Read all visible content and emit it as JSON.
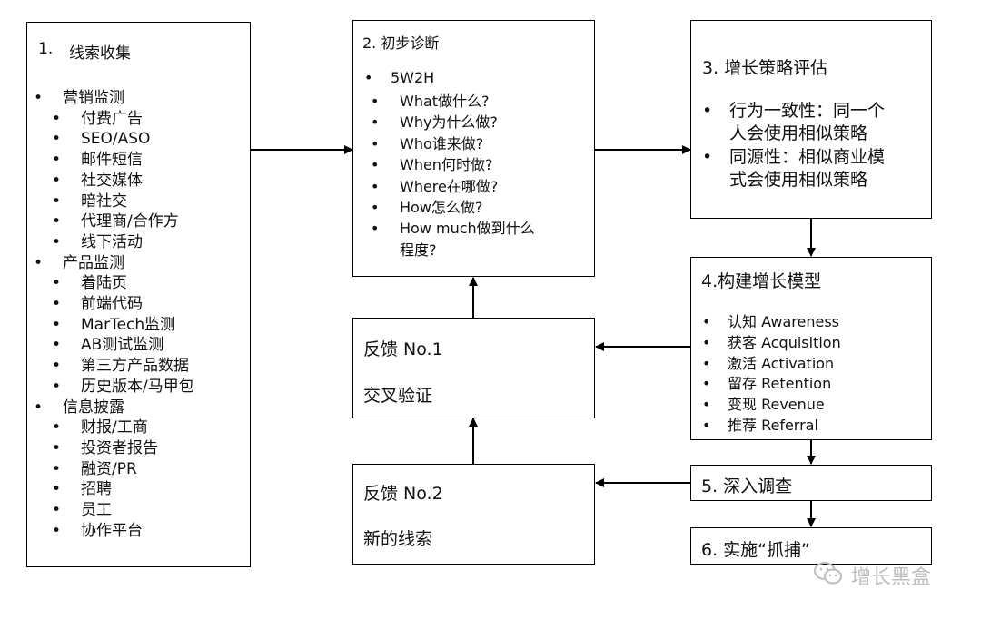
{
  "box1": {
    "title_num": "1.",
    "title": "线索收集",
    "groups": [
      {
        "label": "营销监测",
        "items": [
          "付费广告",
          "SEO/ASO",
          "邮件短信",
          "社交媒体",
          "暗社交",
          "代理商/合作方",
          "线下活动"
        ]
      },
      {
        "label": "产品监测",
        "items": [
          "着陆页",
          "前端代码",
          "MarTech监测",
          "AB测试监测",
          "第三方产品数据",
          "历史版本/马甲包"
        ]
      },
      {
        "label": "信息披露",
        "items": [
          "财报/工商",
          "投资者报告",
          "融资/PR",
          "招聘",
          "员工",
          "协作平台"
        ]
      }
    ]
  },
  "box2": {
    "title": "2. 初步诊断",
    "bullet": "5W2H",
    "items": [
      "What做什么?",
      "Why为什么做?",
      "Who谁来做?",
      "When何时做?",
      "Where在哪做?",
      "How怎么做?",
      "How much做到什么",
      "程度?"
    ]
  },
  "box3": {
    "title": "3. 增长策略评估",
    "points": [
      {
        "line1": "行为一致性：同一个",
        "line2": "人会使用相似策略"
      },
      {
        "line1": "同源性：相似商业模",
        "line2": "式会使用相似策略"
      }
    ]
  },
  "box4": {
    "title": "4.构建增长模型",
    "items": [
      "认知 Awareness",
      "获客 Acquisition",
      "激活 Activation",
      "留存 Retention",
      "变现 Revenue",
      "推荐 Referral"
    ]
  },
  "box5": {
    "title": "5. 深入调查"
  },
  "box6": {
    "title": "6. 实施“抓捕”"
  },
  "feedback1": {
    "title": "反馈 No.1",
    "body": "交叉验证"
  },
  "feedback2": {
    "title": "反馈 No.2",
    "body": "新的线索"
  },
  "watermark": {
    "text": "增长黑盒"
  }
}
